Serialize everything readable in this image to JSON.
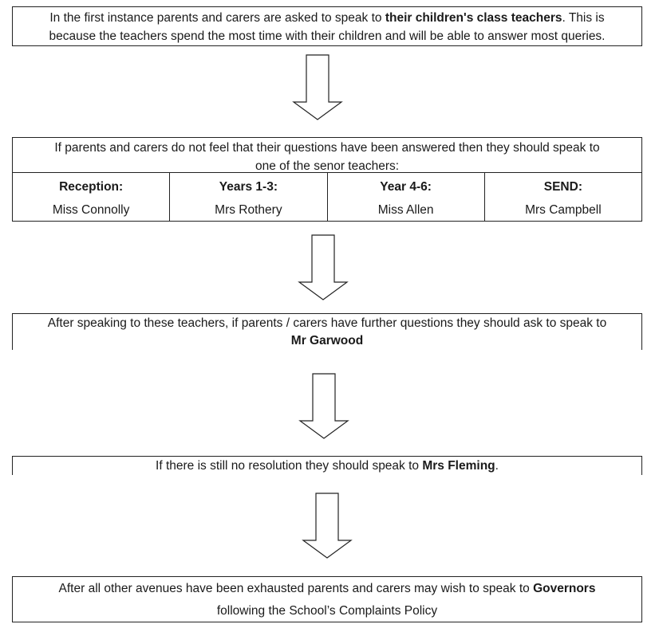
{
  "box1": {
    "text_a": "In the first instance parents and carers are asked to speak to ",
    "bold": "their children's class teachers",
    "text_b": ". This is",
    "line2": "because the teachers spend the most time with their children and will be able to answer most queries."
  },
  "box2": {
    "line1": "If parents and carers do not feel that their questions have been answered then they should speak to",
    "line2": "one of the senor teachers:",
    "columns": [
      {
        "heading": "Reception:",
        "name": "Miss Connolly"
      },
      {
        "heading": "Years 1-3:",
        "name": "Mrs Rothery"
      },
      {
        "heading": "Year 4-6:",
        "name": "Miss Allen"
      },
      {
        "heading": "SEND:",
        "name": "Mrs Campbell"
      }
    ]
  },
  "box3": {
    "line1": "After speaking to these teachers, if parents / carers have further questions they should ask to speak to",
    "bold": "Mr Garwood"
  },
  "box4": {
    "text_a": "If there is still no resolution they should speak to ",
    "bold": "Mrs Fleming",
    "text_b": "."
  },
  "box5": {
    "text_a": "After all other avenues have been exhausted parents and carers may wish to speak to ",
    "bold": "Governors",
    "line2": "following the School’s Complaints Policy"
  }
}
